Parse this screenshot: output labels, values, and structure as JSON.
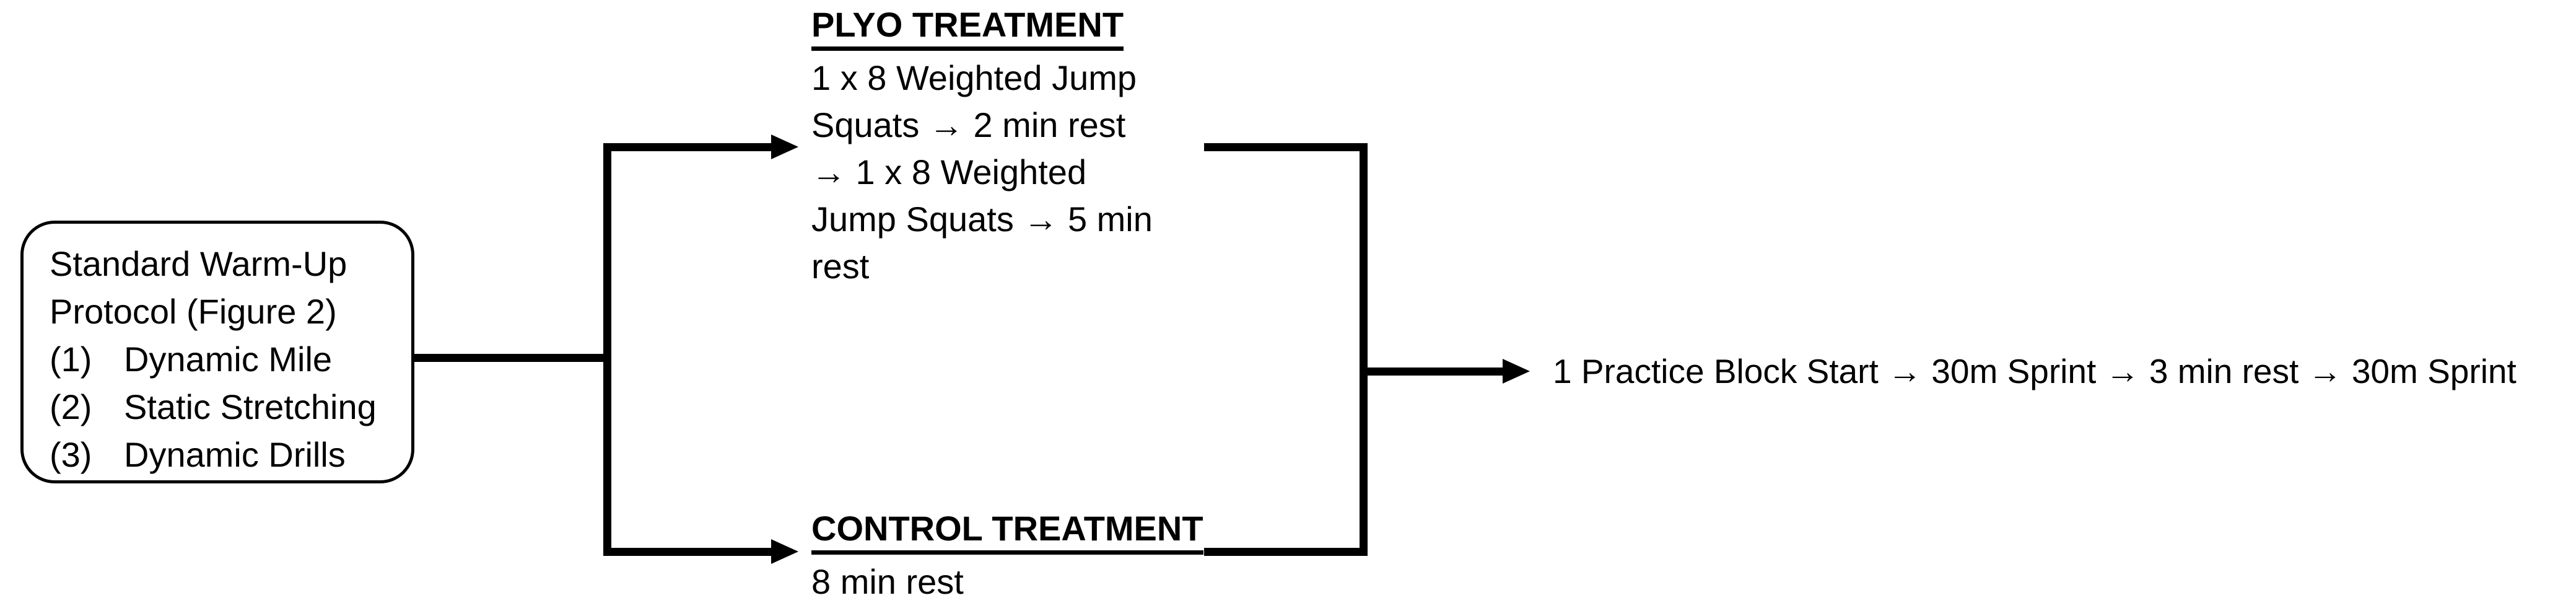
{
  "warmup_box": {
    "line1": "Standard Warm-Up",
    "line2": "Protocol (Figure 2)",
    "steps": [
      {
        "num": "(1)",
        "label": "Dynamic Mile"
      },
      {
        "num": "(2)",
        "label": "Static Stretching"
      },
      {
        "num": "(3)",
        "label": "Dynamic Drills"
      }
    ]
  },
  "plyo": {
    "title": "PLYO TREATMENT",
    "lines": [
      "1 x 8 Weighted Jump",
      "Squats → 2 min rest",
      "→ 1 x 8 Weighted",
      "Jump Squats → 5 min",
      "rest"
    ]
  },
  "control": {
    "title": "CONTROL TREATMENT",
    "line": "8 min rest"
  },
  "outcome": "1 Practice Block Start → 30m Sprint → 3 min rest → 30m Sprint",
  "colors": {
    "line": "#000000",
    "text": "#000000",
    "background": "#ffffff"
  }
}
